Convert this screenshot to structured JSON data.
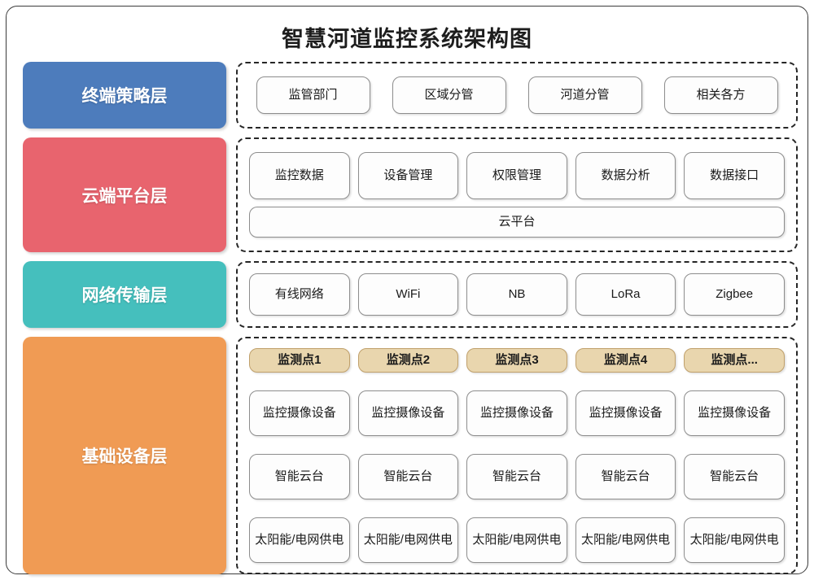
{
  "title": "智慧河道监控系统架构图",
  "colors": {
    "policy": "#4d7cbc",
    "cloud": "#e8646e",
    "network": "#45bfbd",
    "infrastructure": "#f09b54",
    "monitor_point": "#e9d6ae",
    "frame_border": "#3b3b3b"
  },
  "layers": {
    "policy": {
      "label": "终端策略层",
      "items": [
        "监管部门",
        "区域分管",
        "河道分管",
        "相关各方"
      ]
    },
    "cloud": {
      "label": "云端平台层",
      "items": [
        "监控数据",
        "设备管理",
        "权限管理",
        "数据分析",
        "数据接口"
      ],
      "platform": "云平台"
    },
    "network": {
      "label": "网络传输层",
      "items": [
        "有线网络",
        "WiFi",
        "NB",
        "LoRa",
        "Zigbee"
      ]
    },
    "infrastructure": {
      "label": "基础设备层",
      "points": [
        "监测点1",
        "监测点2",
        "监测点3",
        "监测点4",
        "监测点..."
      ],
      "cameras": [
        "监控摄像设备",
        "监控摄像设备",
        "监控摄像设备",
        "监控摄像设备",
        "监控摄像设备"
      ],
      "gimbals": [
        "智能云台",
        "智能云台",
        "智能云台",
        "智能云台",
        "智能云台"
      ],
      "power": [
        "太阳能/电网供电",
        "太阳能/电网供电",
        "太阳能/电网供电",
        "太阳能/电网供电",
        "太阳能/电网供电"
      ]
    }
  }
}
